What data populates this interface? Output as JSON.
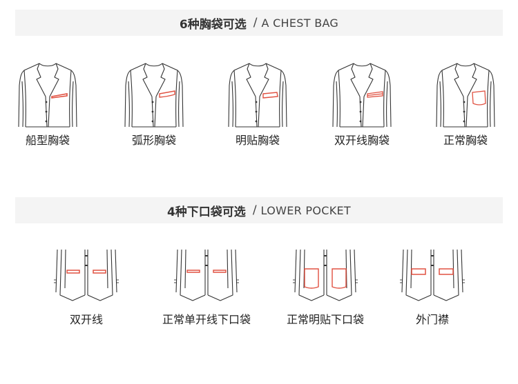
{
  "sections": [
    {
      "title_cn": "6种胸袋可选",
      "separator": "/",
      "title_en": "A CHEST BAG",
      "items": [
        {
          "label": "船型胸袋"
        },
        {
          "label": "弧形胸袋"
        },
        {
          "label": "明贴胸袋"
        },
        {
          "label": "双开线胸袋"
        },
        {
          "label": "正常胸袋"
        }
      ]
    },
    {
      "title_cn": "4种下口袋可选",
      "separator": "/",
      "title_en": "LOWER POCKET",
      "items": [
        {
          "label": "双开线"
        },
        {
          "label": "正常单开线下口袋"
        },
        {
          "label": "正常明贴下口袋"
        },
        {
          "label": "外门襟"
        }
      ]
    }
  ],
  "colors": {
    "highlight": "#e05040",
    "line": "#333333",
    "banner_bg": "#f4f4f4"
  },
  "icons": {
    "chest": "suit-jacket-icon",
    "lower": "jacket-bottom-icon"
  }
}
